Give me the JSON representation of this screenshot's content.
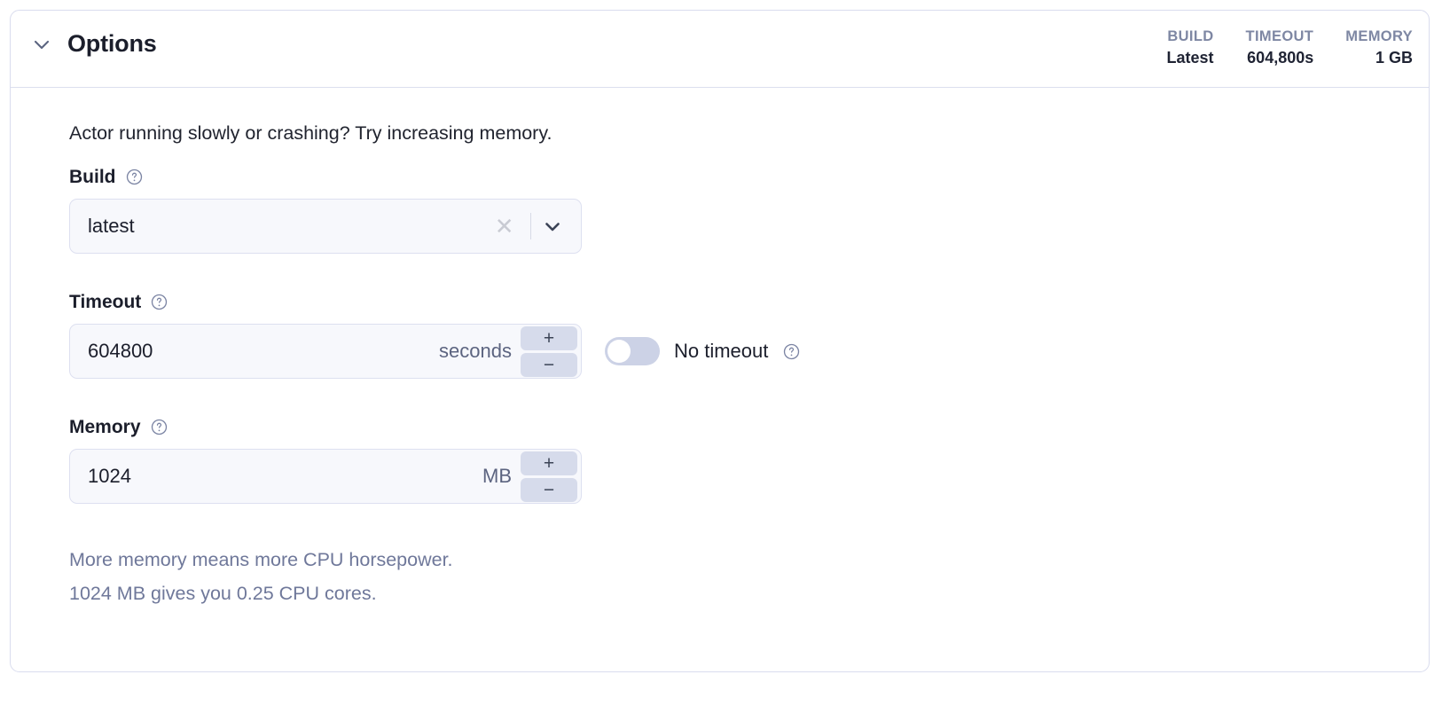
{
  "card": {
    "title": "Options",
    "collapse_icon": "chevron-down-icon",
    "stats": [
      {
        "label": "BUILD",
        "value": "Latest"
      },
      {
        "label": "TIMEOUT",
        "value": "604,800s"
      },
      {
        "label": "MEMORY",
        "value": "1 GB"
      }
    ]
  },
  "body": {
    "intro": "Actor running slowly or crashing? Try increasing memory.",
    "build": {
      "label": "Build",
      "help_icon": "question-circle-icon",
      "value": "latest",
      "clear_icon": "close-icon",
      "dropdown_icon": "chevron-down-icon"
    },
    "timeout": {
      "label": "Timeout",
      "help_icon": "question-circle-icon",
      "value": "604800",
      "unit": "seconds",
      "increment_label": "+",
      "decrement_label": "−",
      "toggle_label": "No timeout",
      "toggle_state": "off",
      "toggle_help_icon": "question-circle-icon"
    },
    "memory": {
      "label": "Memory",
      "help_icon": "question-circle-icon",
      "value": "1024",
      "unit": "MB",
      "increment_label": "+",
      "decrement_label": "−"
    },
    "hints": [
      "More memory means more CPU horsepower.",
      "1024 MB gives you 0.25 CPU cores."
    ]
  },
  "colors": {
    "border": "#d9dcee",
    "input_bg": "#f7f8fc",
    "stepper_bg": "#d6dbeb",
    "muted_text": "#6f789a",
    "stat_label": "#7e87a3",
    "dark_text": "#1b1e2b"
  }
}
